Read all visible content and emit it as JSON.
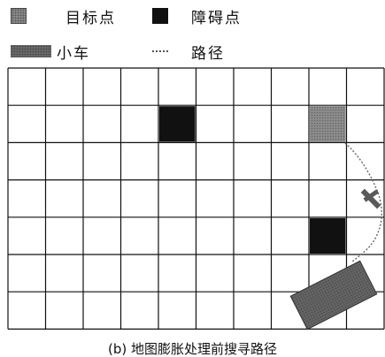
{
  "legend": {
    "target": {
      "label": "目标点",
      "icon": "dotted-gray-square"
    },
    "obstacle": {
      "label": "障碍点",
      "icon": "black-square"
    },
    "car": {
      "label": "小车",
      "icon": "dotted-gray-rectangle"
    },
    "path": {
      "label": "路径",
      "icon": "dashed-line"
    }
  },
  "grid": {
    "columns": 10,
    "rows": 7,
    "obstacles": [
      {
        "row": 1,
        "col": 4
      },
      {
        "row": 4,
        "col": 8
      }
    ],
    "target": {
      "row": 1,
      "col": 8
    }
  },
  "caption": "(b) 地图膨胀处理前搜寻路径",
  "colors": {
    "obstacle": "#111111",
    "target": "#8a8a8a",
    "car": "#5e5e5e",
    "grid_line": "#111111"
  }
}
